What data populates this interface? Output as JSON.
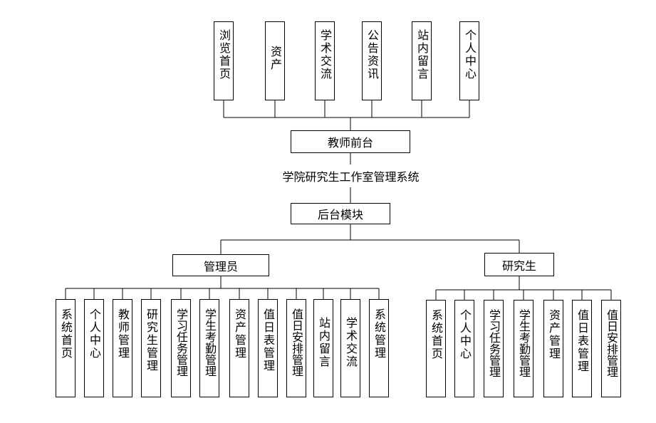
{
  "diagram": {
    "frontend_modules": [
      "浏览首页",
      "资产",
      "学术交流",
      "公告资讯",
      "站内留言",
      "个人中心"
    ],
    "frontend_node": "教师前台",
    "root": "学院研究生工作室管理系统",
    "backend_node": "后台模块",
    "admin": {
      "label": "管理员",
      "modules": [
        "系统首页",
        "个人中心",
        "教师管理",
        "研究生管理",
        "学习任务管理",
        "学生考勤管理",
        "资产管理",
        "值日表管理",
        "值日安排管理",
        "站内留言",
        "学术交流",
        "系统管理"
      ]
    },
    "student": {
      "label": "研究生",
      "modules": [
        "系统首页",
        "个人中心",
        "学习任务管理",
        "学生考勤管理",
        "资产管理",
        "值日表管理",
        "值日安排管理"
      ]
    }
  }
}
